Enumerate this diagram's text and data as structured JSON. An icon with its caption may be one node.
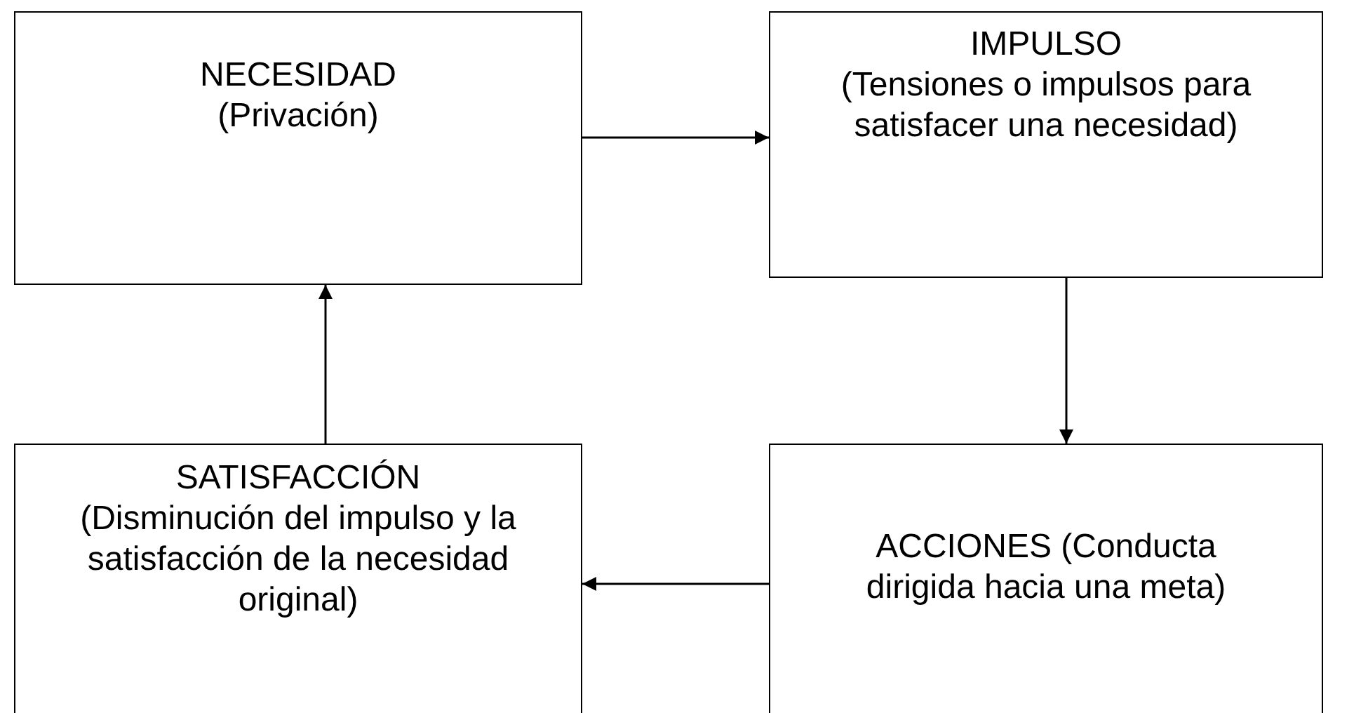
{
  "diagram": {
    "nodes": [
      {
        "text": [
          "NECESIDAD",
          "(Privación)"
        ]
      },
      {
        "text": [
          "IMPULSO",
          "(Tensiones o impulsos para satisfacer una necesidad)"
        ]
      },
      {
        "text": [
          "SATISFACCIÓN",
          "(Disminución del impulso y la satisfacción de la necesidad original)"
        ]
      },
      {
        "text": [
          "ACCIONES (Conducta dirigida hacia una meta)"
        ]
      }
    ],
    "edges": [
      {
        "from": 0,
        "to": 1,
        "arrow": "to"
      },
      {
        "from": 1,
        "to": 3,
        "arrow": "to"
      },
      {
        "from": 3,
        "to": 2,
        "arrow": "to"
      },
      {
        "from": 2,
        "to": 0,
        "arrow": "to"
      }
    ]
  }
}
